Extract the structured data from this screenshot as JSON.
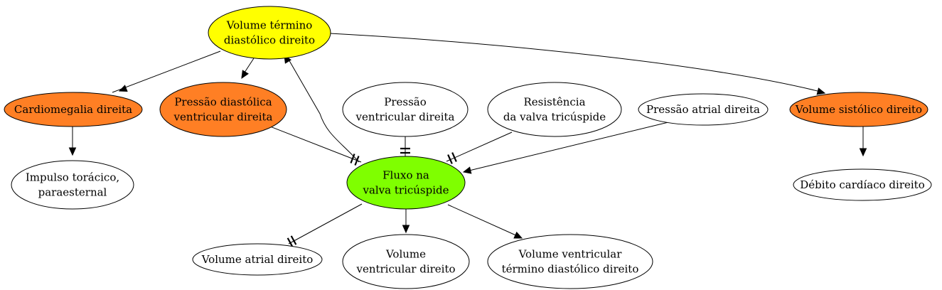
{
  "colors": {
    "yellow": "#ffff00",
    "orange": "#ff7f24",
    "green": "#7fff00",
    "white": "#ffffff"
  },
  "nodes": {
    "volume_termino_diastolico_direito": {
      "lines": [
        "Volume término",
        "diastólico direito"
      ],
      "fill": "yellow"
    },
    "cardiomegalia_direita": {
      "lines": [
        "Cardiomegalia direita"
      ],
      "fill": "orange"
    },
    "pressao_diastolica_ventricular_direita": {
      "lines": [
        "Pressão diastólica",
        "ventricular direita"
      ],
      "fill": "orange"
    },
    "pressao_ventricular_direita": {
      "lines": [
        "Pressão",
        "ventricular direita"
      ],
      "fill": "white"
    },
    "resistencia_valva_tricuspide": {
      "lines": [
        "Resistência",
        "da valva tricúspide"
      ],
      "fill": "white"
    },
    "pressao_atrial_direita": {
      "lines": [
        "Pressão atrial direita"
      ],
      "fill": "white"
    },
    "volume_sistolico_direito": {
      "lines": [
        "Volume sistólico direito"
      ],
      "fill": "orange"
    },
    "impulso_toracico_paraesternal": {
      "lines": [
        "Impulso torácico,",
        "paraesternal"
      ],
      "fill": "white"
    },
    "fluxo_valva_tricuspide": {
      "lines": [
        "Fluxo na",
        "valva tricúspide"
      ],
      "fill": "green"
    },
    "debito_cardiaco_direito": {
      "lines": [
        "Débito cardíaco direito"
      ],
      "fill": "white"
    },
    "volume_atrial_direito": {
      "lines": [
        "Volume atrial direito"
      ],
      "fill": "white"
    },
    "volume_ventricular_direito": {
      "lines": [
        "Volume",
        "ventricular direito"
      ],
      "fill": "white"
    },
    "volume_ventricular_termino_diastolico_direito": {
      "lines": [
        "Volume ventricular",
        "término diastólico direito"
      ],
      "fill": "white"
    }
  },
  "edges": [
    {
      "from": "volume_termino_diastolico_direito",
      "to": "cardiomegalia_direita",
      "type": "arrow"
    },
    {
      "from": "volume_termino_diastolico_direito",
      "to": "pressao_diastolica_ventricular_direita",
      "type": "arrow"
    },
    {
      "from": "volume_termino_diastolico_direito",
      "to": "volume_sistolico_direito",
      "type": "arrow"
    },
    {
      "from": "cardiomegalia_direita",
      "to": "impulso_toracico_paraesternal",
      "type": "arrow"
    },
    {
      "from": "volume_sistolico_direito",
      "to": "debito_cardiaco_direito",
      "type": "arrow"
    },
    {
      "from": "fluxo_valva_tricuspide",
      "to": "volume_termino_diastolico_direito",
      "type": "arrow"
    },
    {
      "from": "pressao_diastolica_ventricular_direita",
      "to": "fluxo_valva_tricuspide",
      "type": "inhibit"
    },
    {
      "from": "pressao_ventricular_direita",
      "to": "fluxo_valva_tricuspide",
      "type": "inhibit"
    },
    {
      "from": "resistencia_valva_tricuspide",
      "to": "fluxo_valva_tricuspide",
      "type": "inhibit"
    },
    {
      "from": "pressao_atrial_direita",
      "to": "fluxo_valva_tricuspide",
      "type": "arrow"
    },
    {
      "from": "fluxo_valva_tricuspide",
      "to": "volume_atrial_direito",
      "type": "inhibit"
    },
    {
      "from": "fluxo_valva_tricuspide",
      "to": "volume_ventricular_direito",
      "type": "arrow"
    },
    {
      "from": "fluxo_valva_tricuspide",
      "to": "volume_ventricular_termino_diastolico_direito",
      "type": "arrow"
    }
  ]
}
